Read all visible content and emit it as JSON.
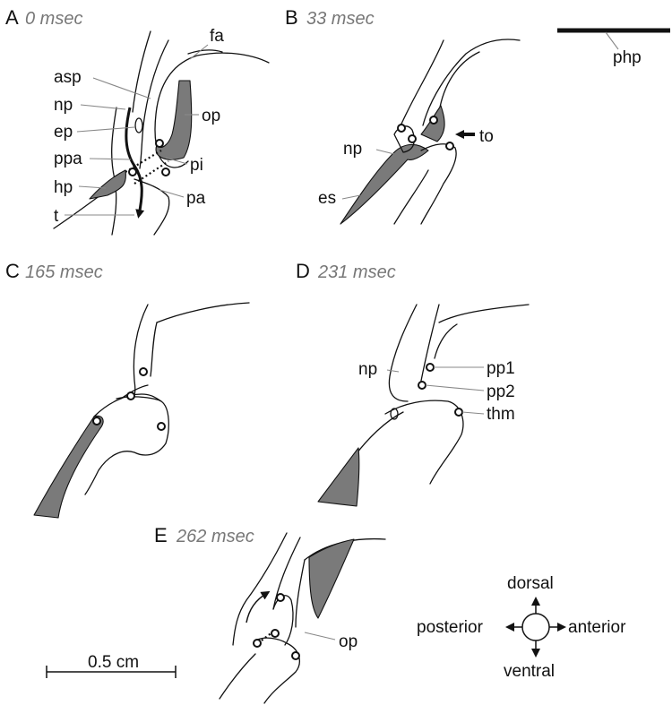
{
  "panels": {
    "A": {
      "letter": "A",
      "time": "0 msec"
    },
    "B": {
      "letter": "B",
      "time": "33 msec"
    },
    "C": {
      "letter": "C",
      "time": "165 msec"
    },
    "D": {
      "letter": "D",
      "time": "231 msec"
    },
    "E": {
      "letter": "E",
      "time": "262 msec"
    }
  },
  "labels": {
    "A": {
      "fa": "fa",
      "asp": "asp",
      "np": "np",
      "ep": "ep",
      "op": "op",
      "ppa": "ppa",
      "pi": "pi",
      "hp": "hp",
      "pa": "pa",
      "t": "t"
    },
    "B": {
      "php": "php",
      "to": "to",
      "np": "np",
      "es": "es"
    },
    "D": {
      "np": "np",
      "pp1": "pp1",
      "pp2": "pp2",
      "thm": "thm"
    },
    "E": {
      "op": "op"
    }
  },
  "scale_bar": "0.5 cm",
  "compass": {
    "dorsal": "dorsal",
    "ventral": "ventral",
    "posterior": "posterior",
    "anterior": "anterior"
  }
}
